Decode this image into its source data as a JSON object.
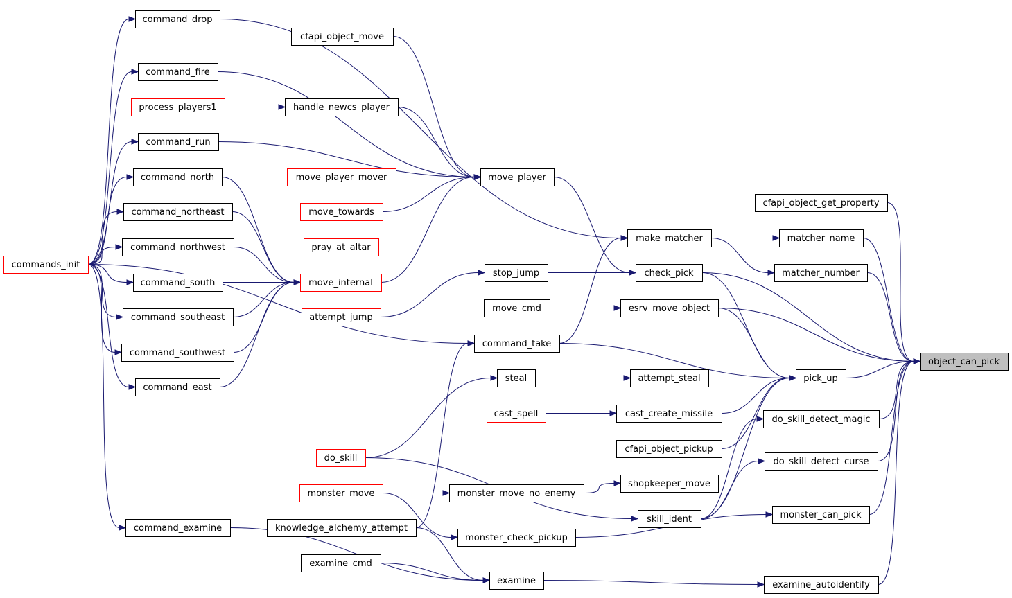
{
  "graph": {
    "type": "call-graph",
    "direction": "right-to-left",
    "colors": {
      "edge": "#191970",
      "node_border_normal": "#000000",
      "node_border_truncated": "#ff0000",
      "node_fill_root": "#bfbfbf",
      "node_fill": "#ffffff"
    },
    "nodes": {
      "object_can_pick": {
        "label": "object_can_pick",
        "root": true
      },
      "cfapi_object_get_property": {
        "label": "cfapi_object_get_property"
      },
      "matcher_name": {
        "label": "matcher_name"
      },
      "matcher_number": {
        "label": "matcher_number"
      },
      "make_matcher": {
        "label": "make_matcher"
      },
      "check_pick": {
        "label": "check_pick"
      },
      "esrv_move_object": {
        "label": "esrv_move_object"
      },
      "pick_up": {
        "label": "pick_up"
      },
      "do_skill_detect_magic": {
        "label": "do_skill_detect_magic"
      },
      "do_skill_detect_curse": {
        "label": "do_skill_detect_curse"
      },
      "monster_can_pick": {
        "label": "monster_can_pick"
      },
      "examine_autoidentify": {
        "label": "examine_autoidentify"
      },
      "command_drop": {
        "label": "command_drop"
      },
      "cfapi_object_move": {
        "label": "cfapi_object_move"
      },
      "command_fire": {
        "label": "command_fire"
      },
      "process_players1": {
        "label": "process_players1",
        "truncated": true
      },
      "handle_newcs_player": {
        "label": "handle_newcs_player"
      },
      "command_run": {
        "label": "command_run"
      },
      "command_north": {
        "label": "command_north"
      },
      "move_player": {
        "label": "move_player"
      },
      "move_player_mover": {
        "label": "move_player_mover",
        "truncated": true
      },
      "command_northeast": {
        "label": "command_northeast"
      },
      "move_towards": {
        "label": "move_towards",
        "truncated": true
      },
      "pray_at_altar": {
        "label": "pray_at_altar",
        "truncated": true
      },
      "command_northwest": {
        "label": "command_northwest"
      },
      "commands_init": {
        "label": "commands_init",
        "truncated": true
      },
      "stop_jump": {
        "label": "stop_jump"
      },
      "command_south": {
        "label": "command_south"
      },
      "move_internal": {
        "label": "move_internal",
        "truncated": true
      },
      "move_cmd": {
        "label": "move_cmd"
      },
      "attempt_jump": {
        "label": "attempt_jump",
        "truncated": true
      },
      "command_southeast": {
        "label": "command_southeast"
      },
      "command_take": {
        "label": "command_take"
      },
      "command_southwest": {
        "label": "command_southwest"
      },
      "steal": {
        "label": "steal"
      },
      "attempt_steal": {
        "label": "attempt_steal"
      },
      "command_east": {
        "label": "command_east"
      },
      "cast_spell": {
        "label": "cast_spell",
        "truncated": true
      },
      "cast_create_missile": {
        "label": "cast_create_missile"
      },
      "cfapi_object_pickup": {
        "label": "cfapi_object_pickup"
      },
      "do_skill": {
        "label": "do_skill",
        "truncated": true
      },
      "shopkeeper_move": {
        "label": "shopkeeper_move"
      },
      "monster_move": {
        "label": "monster_move",
        "truncated": true
      },
      "monster_move_no_enemy": {
        "label": "monster_move_no_enemy"
      },
      "skill_ident": {
        "label": "skill_ident"
      },
      "command_examine": {
        "label": "command_examine"
      },
      "knowledge_alchemy_attempt": {
        "label": "knowledge_alchemy_attempt"
      },
      "monster_check_pickup": {
        "label": "monster_check_pickup"
      },
      "examine_cmd": {
        "label": "examine_cmd"
      },
      "examine": {
        "label": "examine"
      }
    },
    "edges": [
      [
        "cfapi_object_get_property",
        "object_can_pick"
      ],
      [
        "matcher_name",
        "object_can_pick"
      ],
      [
        "matcher_number",
        "object_can_pick"
      ],
      [
        "check_pick",
        "object_can_pick"
      ],
      [
        "esrv_move_object",
        "object_can_pick"
      ],
      [
        "pick_up",
        "object_can_pick"
      ],
      [
        "do_skill_detect_magic",
        "object_can_pick"
      ],
      [
        "do_skill_detect_curse",
        "object_can_pick"
      ],
      [
        "monster_can_pick",
        "object_can_pick"
      ],
      [
        "examine_autoidentify",
        "object_can_pick"
      ],
      [
        "make_matcher",
        "matcher_name"
      ],
      [
        "make_matcher",
        "matcher_number"
      ],
      [
        "command_drop",
        "make_matcher"
      ],
      [
        "command_take",
        "make_matcher"
      ],
      [
        "move_player",
        "check_pick"
      ],
      [
        "stop_jump",
        "check_pick"
      ],
      [
        "check_pick",
        "pick_up"
      ],
      [
        "move_cmd",
        "esrv_move_object"
      ],
      [
        "esrv_move_object",
        "pick_up"
      ],
      [
        "command_take",
        "pick_up"
      ],
      [
        "attempt_steal",
        "pick_up"
      ],
      [
        "cast_create_missile",
        "pick_up"
      ],
      [
        "cfapi_object_pickup",
        "pick_up"
      ],
      [
        "skill_ident",
        "pick_up"
      ],
      [
        "skill_ident",
        "do_skill_detect_magic"
      ],
      [
        "skill_ident",
        "do_skill_detect_curse"
      ],
      [
        "monster_check_pickup",
        "monster_can_pick"
      ],
      [
        "examine",
        "examine_autoidentify"
      ],
      [
        "cfapi_object_move",
        "move_player"
      ],
      [
        "command_fire",
        "move_player"
      ],
      [
        "handle_newcs_player",
        "move_player"
      ],
      [
        "command_run",
        "move_player"
      ],
      [
        "move_player_mover",
        "move_player"
      ],
      [
        "move_towards",
        "move_player"
      ],
      [
        "move_internal",
        "move_player"
      ],
      [
        "process_players1",
        "handle_newcs_player"
      ],
      [
        "command_north",
        "move_internal"
      ],
      [
        "command_northeast",
        "move_internal"
      ],
      [
        "command_northwest",
        "move_internal"
      ],
      [
        "command_south",
        "move_internal"
      ],
      [
        "command_southeast",
        "move_internal"
      ],
      [
        "command_southwest",
        "move_internal"
      ],
      [
        "command_east",
        "move_internal"
      ],
      [
        "attempt_jump",
        "stop_jump"
      ],
      [
        "commands_init",
        "command_drop"
      ],
      [
        "commands_init",
        "command_fire"
      ],
      [
        "commands_init",
        "command_run"
      ],
      [
        "commands_init",
        "command_north"
      ],
      [
        "commands_init",
        "command_northeast"
      ],
      [
        "commands_init",
        "command_northwest"
      ],
      [
        "commands_init",
        "command_south"
      ],
      [
        "commands_init",
        "command_southeast"
      ],
      [
        "commands_init",
        "command_southwest"
      ],
      [
        "commands_init",
        "command_east"
      ],
      [
        "commands_init",
        "command_take"
      ],
      [
        "commands_init",
        "command_examine"
      ],
      [
        "knowledge_alchemy_attempt",
        "command_take"
      ],
      [
        "do_skill",
        "steal"
      ],
      [
        "steal",
        "attempt_steal"
      ],
      [
        "cast_spell",
        "cast_create_missile"
      ],
      [
        "monster_move_no_enemy",
        "shopkeeper_move"
      ],
      [
        "do_skill",
        "skill_ident"
      ],
      [
        "monster_move",
        "monster_move_no_enemy"
      ],
      [
        "monster_move",
        "monster_check_pickup"
      ],
      [
        "knowledge_alchemy_attempt",
        "examine"
      ],
      [
        "examine_cmd",
        "examine"
      ],
      [
        "command_examine",
        "examine"
      ]
    ]
  }
}
